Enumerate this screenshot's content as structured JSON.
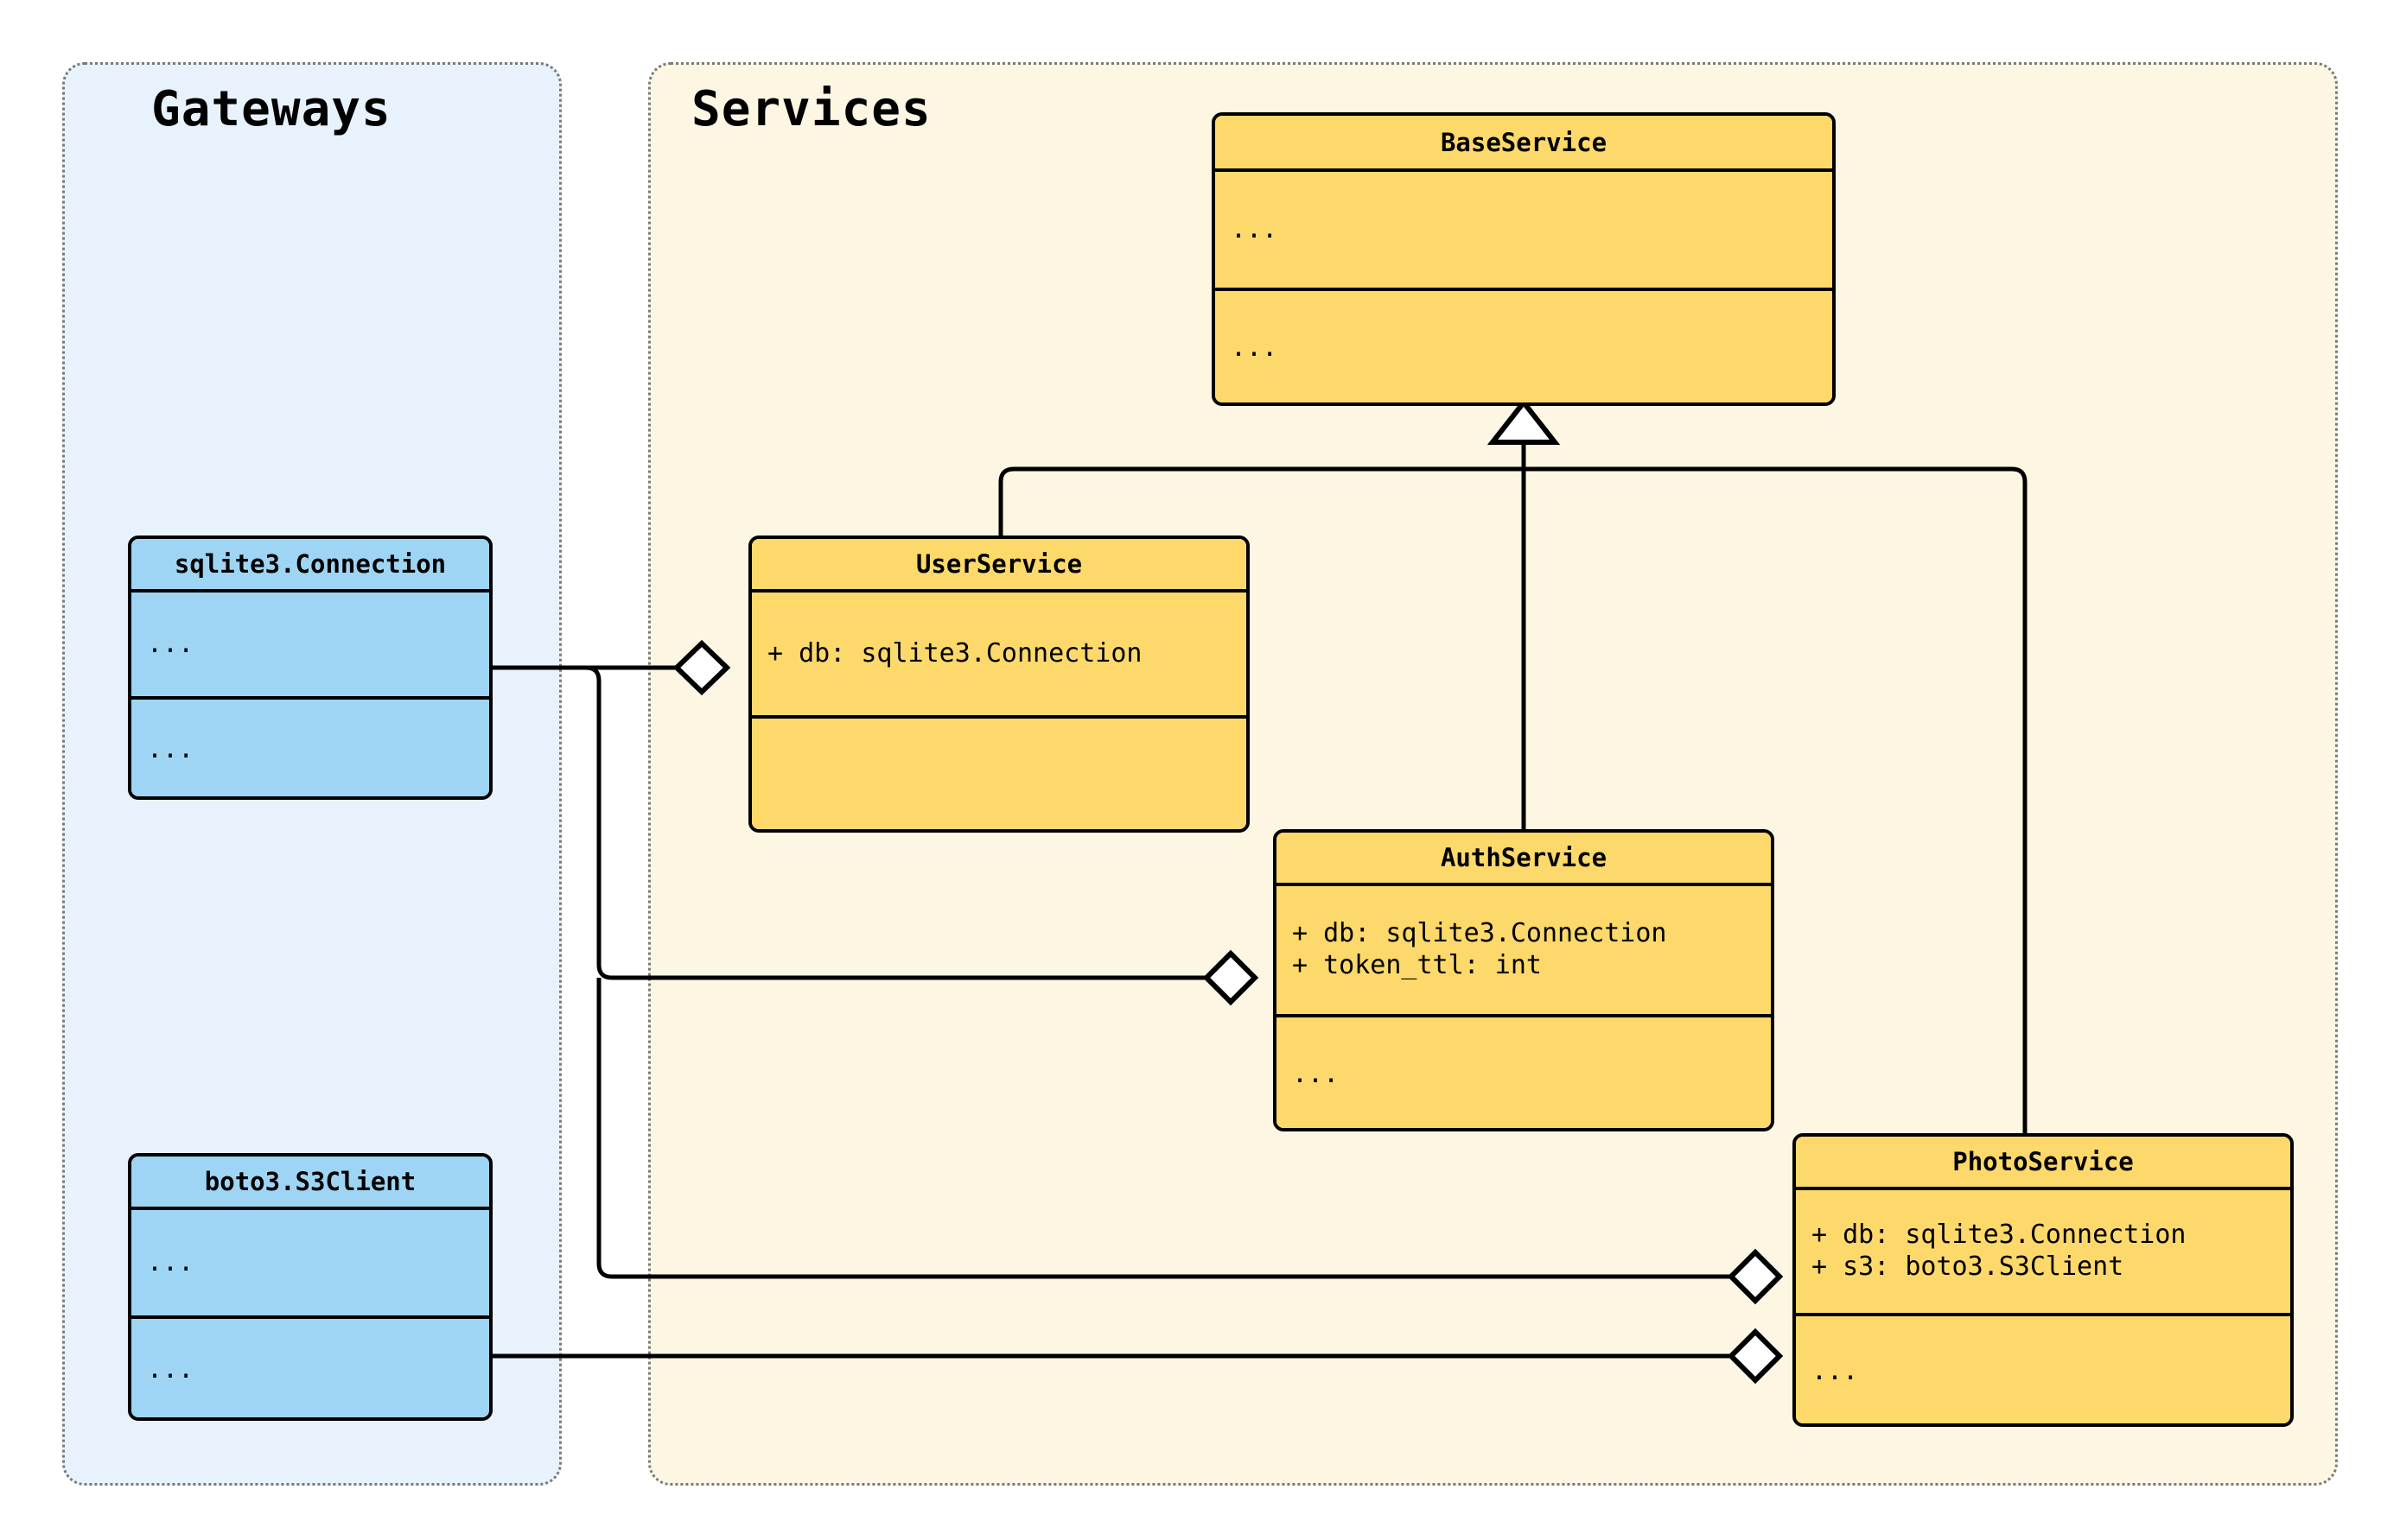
{
  "diagram": {
    "type": "uml-class-diagram",
    "background": "#ffffff",
    "packages": [
      {
        "id": "gateways",
        "title": "Gateways",
        "fill": "#e8f2fd",
        "border": "#7a7a7a"
      },
      {
        "id": "services",
        "title": "Services",
        "fill": "#fdf6e3",
        "border": "#7a7a7a"
      }
    ],
    "classes": [
      {
        "id": "base-service",
        "name": "BaseService",
        "package": "services",
        "fill": "#fcd96a",
        "attributes": "...",
        "methods": "..."
      },
      {
        "id": "user-service",
        "name": "UserService",
        "package": "services",
        "fill": "#fcd96a",
        "attributes": "+ db: sqlite3.Connection",
        "methods": ""
      },
      {
        "id": "auth-service",
        "name": "AuthService",
        "package": "services",
        "fill": "#fcd96a",
        "attributes": "+ db: sqlite3.Connection\n+ token_ttl: int",
        "methods": "..."
      },
      {
        "id": "photo-service",
        "name": "PhotoService",
        "package": "services",
        "fill": "#fcd96a",
        "attributes": "+ db: sqlite3.Connection\n+ s3: boto3.S3Client",
        "methods": "..."
      },
      {
        "id": "sqlite-connection",
        "name": "sqlite3.Connection",
        "package": "gateways",
        "fill": "#9ed5f4",
        "attributes": "...",
        "methods": "..."
      },
      {
        "id": "boto3-s3client",
        "name": "boto3.S3Client",
        "package": "gateways",
        "fill": "#9ed5f4",
        "attributes": "...",
        "methods": "..."
      }
    ],
    "relationships": [
      {
        "kind": "generalization",
        "from": "user-service",
        "to": "base-service",
        "marker": "hollow-triangle"
      },
      {
        "kind": "generalization",
        "from": "auth-service",
        "to": "base-service",
        "marker": "hollow-triangle"
      },
      {
        "kind": "generalization",
        "from": "photo-service",
        "to": "base-service",
        "marker": "hollow-triangle"
      },
      {
        "kind": "aggregation",
        "from": "user-service",
        "to": "sqlite-connection",
        "marker": "hollow-diamond"
      },
      {
        "kind": "aggregation",
        "from": "auth-service",
        "to": "sqlite-connection",
        "marker": "hollow-diamond"
      },
      {
        "kind": "aggregation",
        "from": "photo-service",
        "to": "sqlite-connection",
        "marker": "hollow-diamond"
      },
      {
        "kind": "aggregation",
        "from": "photo-service",
        "to": "boto3-s3client",
        "marker": "hollow-diamond"
      }
    ]
  }
}
